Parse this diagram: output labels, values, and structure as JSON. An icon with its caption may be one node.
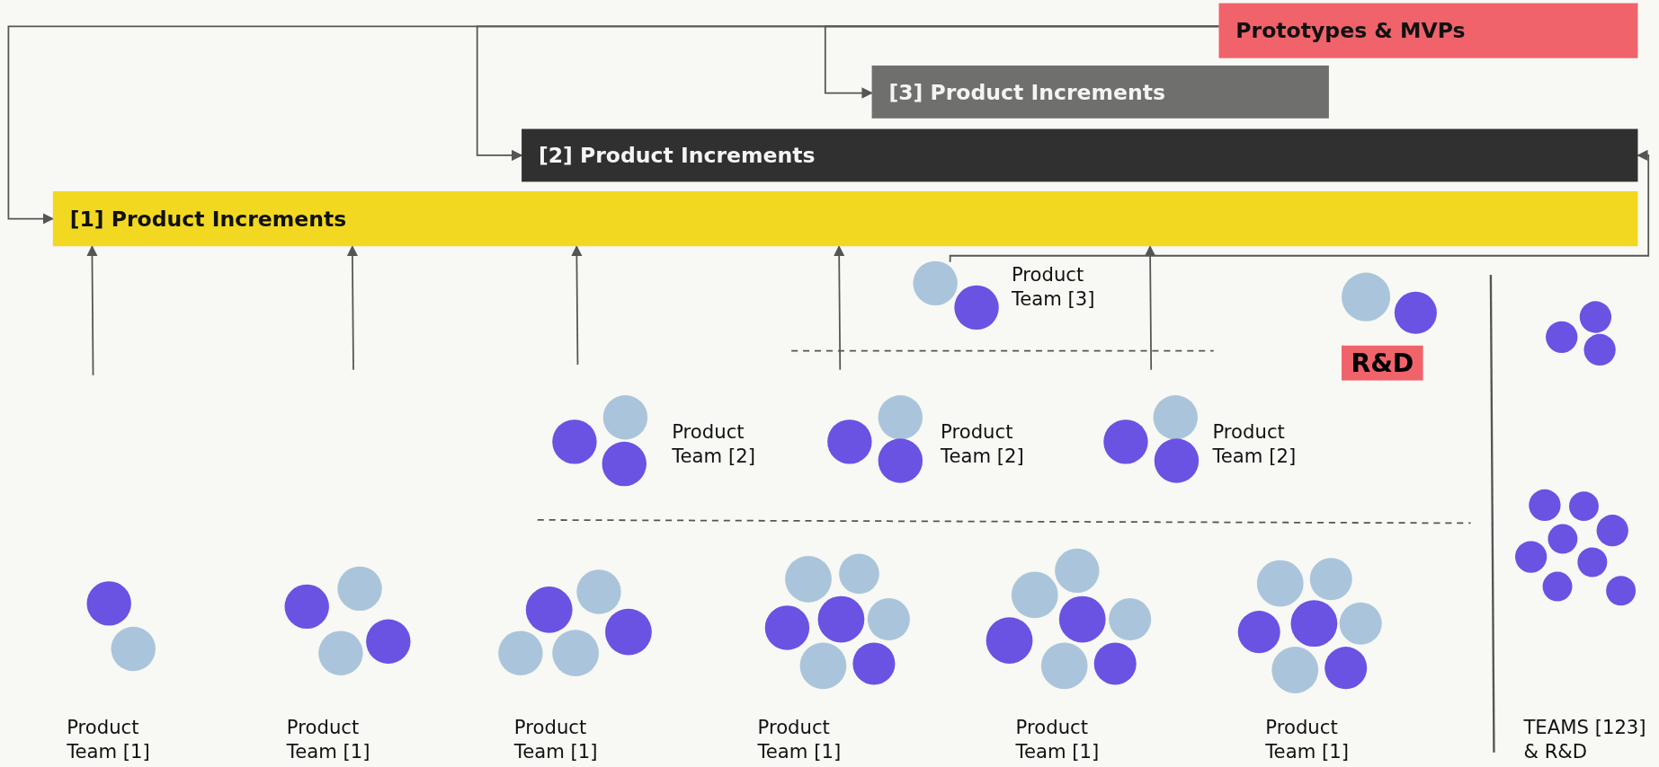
{
  "diagram": {
    "nodes": [
      {
        "text": [
          "Prototypes & MVPs"
        ]
      },
      {
        "text": [
          "[3] Product Increments"
        ]
      },
      {
        "text": [
          "[2] Product Increments"
        ]
      },
      {
        "text": [
          "[1] Product Increments"
        ]
      },
      {
        "text": [
          "Product Team [3]"
        ]
      },
      {
        "text": [
          "R&D"
        ]
      },
      {
        "text": [
          "Product Team [2]"
        ]
      },
      {
        "text": [
          "Product Team [2]"
        ]
      },
      {
        "text": [
          "Product Team [2]"
        ]
      },
      {
        "text": [
          "Product Team [1]"
        ]
      },
      {
        "text": [
          "Product Team [1]"
        ]
      },
      {
        "text": [
          "Product Team [1]"
        ]
      },
      {
        "text": [
          "Product Team [1]"
        ]
      },
      {
        "text": [
          "Product Team [1]"
        ]
      },
      {
        "text": [
          "Product Team [1]"
        ]
      },
      {
        "text": [
          "TEAMS [123] & R&D"
        ]
      }
    ],
    "edges": [
      {
        "from": 0,
        "to": 3,
        "arrow": "to"
      },
      {
        "from": 0,
        "to": 2,
        "arrow": "to"
      },
      {
        "from": 0,
        "to": 1,
        "arrow": "to"
      },
      {
        "from": null,
        "to": 3,
        "arrow": "to"
      },
      {
        "from": null,
        "to": 3,
        "arrow": "to"
      },
      {
        "from": 6,
        "to": 3,
        "arrow": "to"
      },
      {
        "from": 7,
        "to": 3,
        "arrow": "to"
      },
      {
        "from": 8,
        "to": 3,
        "arrow": "to"
      },
      {
        "from": 4,
        "to": 2,
        "arrow": "to"
      }
    ]
  }
}
